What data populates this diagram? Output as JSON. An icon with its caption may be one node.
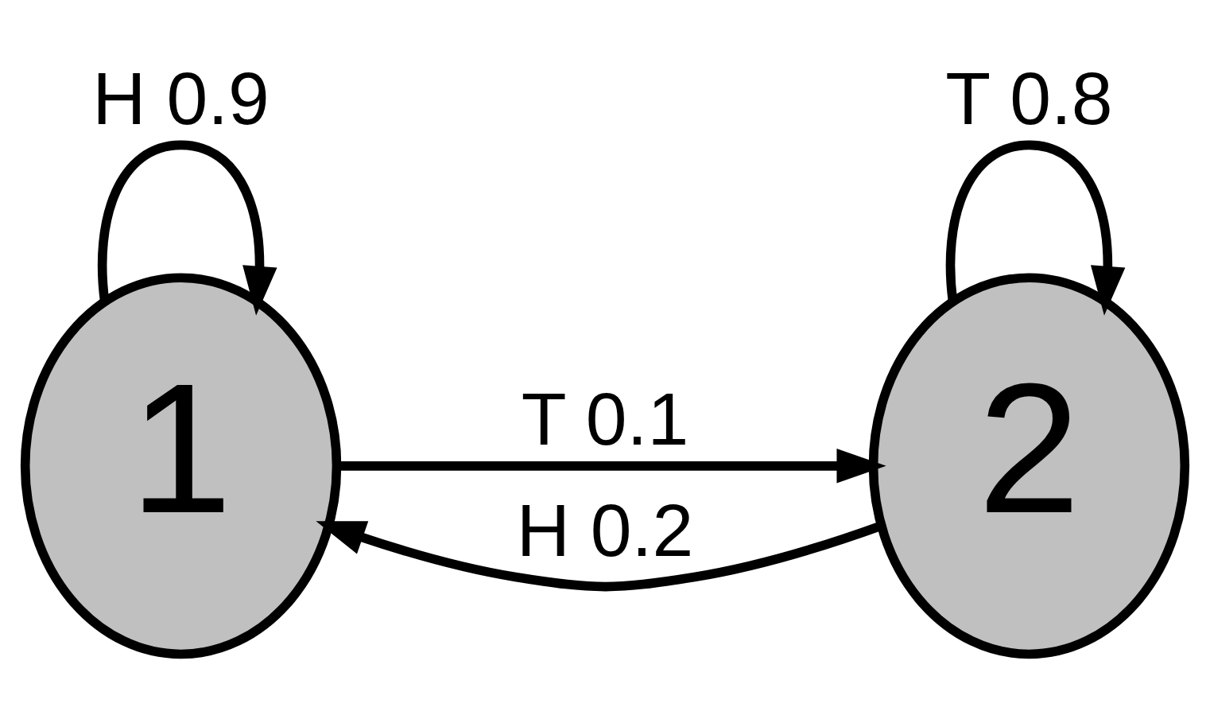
{
  "diagram": {
    "nodes": [
      {
        "text": [
          "1"
        ]
      },
      {
        "text": [
          "2"
        ]
      }
    ],
    "edges": [
      {
        "from": 0,
        "to": 0,
        "arrow": "to",
        "label": "H 0.9"
      },
      {
        "from": 0,
        "to": 1,
        "arrow": "to",
        "label": "T 0.1"
      },
      {
        "from": 1,
        "to": 1,
        "arrow": "to",
        "label": "T 0.8"
      },
      {
        "from": 1,
        "to": 0,
        "arrow": "to",
        "label": "H 0.2"
      }
    ]
  }
}
